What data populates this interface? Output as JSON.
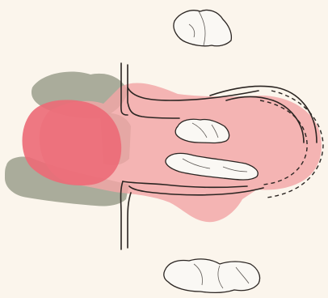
{
  "colors": {
    "paper": "#fbf5ec",
    "gray_shadow": "#9ea290",
    "pink_wash": "#f1a6a6",
    "red_core": "#ec6a77",
    "outline": "#2b2522",
    "stone_fill": "#faf8f4"
  },
  "elements": {
    "channel": "canal-outline",
    "dashed_arcs": "dashed-projection-arcs",
    "stones": [
      "stone-top",
      "stone-upper-channel",
      "stone-lower-channel",
      "stone-bottom"
    ]
  }
}
